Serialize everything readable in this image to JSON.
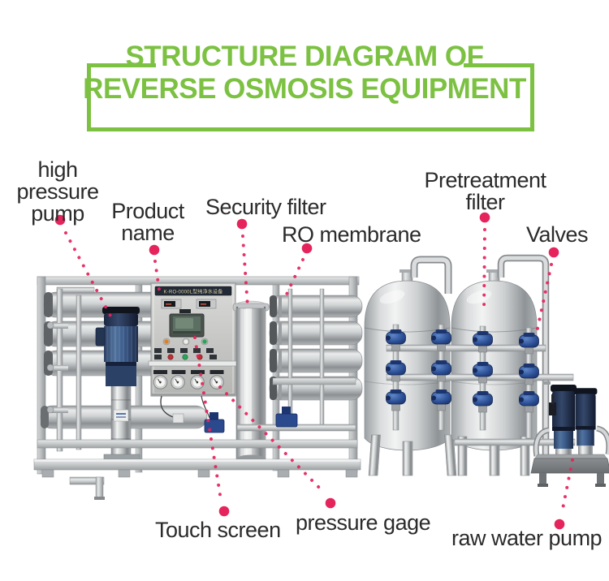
{
  "title": {
    "line1": "STRUCTURE DIAGRAM OF",
    "line2": "REVERSE OSMOSIS EQUIPMENT"
  },
  "colors": {
    "accent_green": "#7cc142",
    "callout_pink": "#e5245c",
    "label_text": "#2b2b2b"
  },
  "callouts": {
    "high_pressure_pump": {
      "lines": [
        "high",
        "pressure",
        "pump"
      ]
    },
    "product_name": {
      "lines": [
        "Product",
        "name"
      ]
    },
    "security_filter": {
      "lines": [
        "Security filter"
      ]
    },
    "ro_membrane": {
      "lines": [
        "RO membrane"
      ]
    },
    "pretreatment_filter": {
      "lines": [
        "Pretreatment",
        "filter"
      ]
    },
    "valves": {
      "lines": [
        "Valves"
      ]
    },
    "touch_screen": {
      "lines": [
        "Touch screen"
      ]
    },
    "pressure_gage": {
      "lines": [
        "pressure gage"
      ]
    },
    "raw_water_pump": {
      "lines": [
        "raw water pump"
      ]
    }
  },
  "equipment": {
    "panel_banner": "K-RO-0000L型纯净水设备"
  }
}
